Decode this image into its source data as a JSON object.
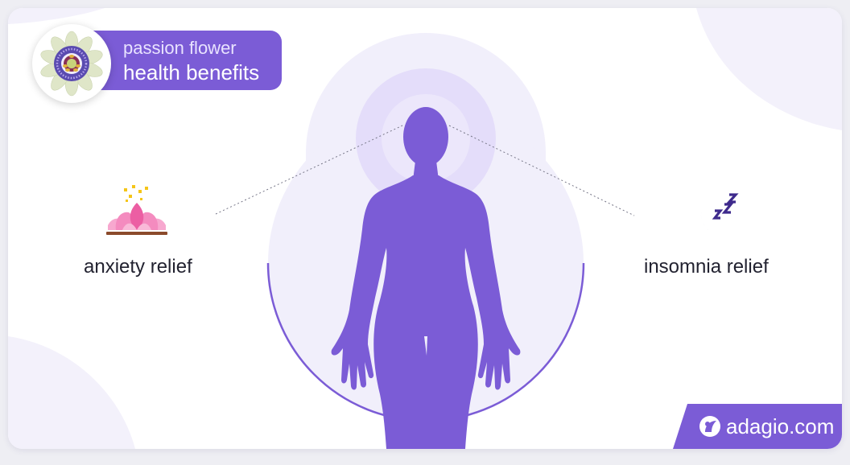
{
  "header": {
    "title_line1": "passion flower",
    "title_line2": "health benefits",
    "flower_icon": "passion-flower-icon"
  },
  "benefits": [
    {
      "label": "anxiety relief",
      "icon": "lotus-icon"
    },
    {
      "label": "insomnia relief",
      "icon": "moon-sleep-icon"
    }
  ],
  "footer": {
    "brand": "adagio.com",
    "icon": "adagio-logo-icon"
  },
  "colors": {
    "primary": "#7b5cd6",
    "circle_light": "#f1effb",
    "halo": "#e4ddfa",
    "moon": "#3e2a8c",
    "lotus": "#f28bbd",
    "sparkle": "#f5c518"
  }
}
